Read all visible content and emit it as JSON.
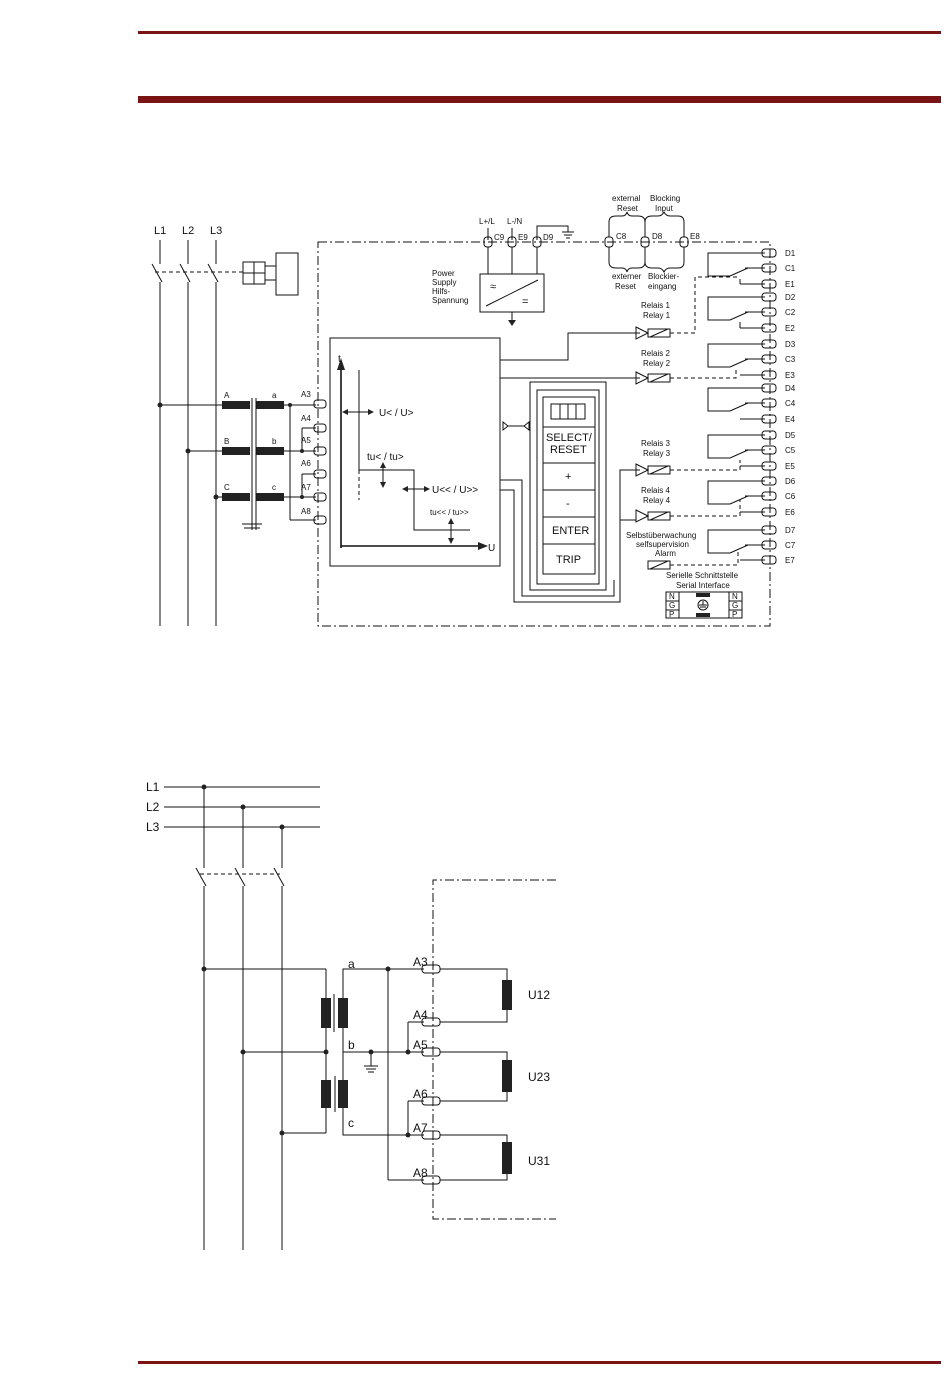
{
  "colors": {
    "rule": "#7a1414",
    "ink": "#111111"
  },
  "diagram1": {
    "phases": [
      "L1",
      "L2",
      "L3"
    ],
    "vt_primary": [
      "A",
      "B",
      "C"
    ],
    "vt_secondary": [
      "a",
      "b",
      "c"
    ],
    "input_terminals": [
      "A3",
      "A4",
      "A5",
      "A6",
      "A7",
      "A8"
    ],
    "aux_terminals": [
      "L+/L",
      "L-/N",
      "C9",
      "E9",
      "D9"
    ],
    "power_supply": [
      "Power",
      "Supply",
      "Hilfs-",
      "Spannung"
    ],
    "ps_symbols": {
      "ac": "≈",
      "dc": "="
    },
    "reset_top": [
      "external",
      "Reset"
    ],
    "blocking_top": [
      "Blocking",
      "Input"
    ],
    "reset_bottom": [
      "externer",
      "Reset"
    ],
    "blocking_bottom": [
      "Blockier-",
      "eingang"
    ],
    "control_terminals": [
      "C8",
      "D8",
      "E8"
    ],
    "curve": {
      "t_axis": "t",
      "u_axis": "U",
      "u_lt": "U< / U>",
      "tu_lt": "tu< / tu>",
      "u_llt": "U<< / U>>",
      "tu_llt": "tu<< / tu>>"
    },
    "keypad": [
      "SELECT/",
      "RESET",
      "+",
      "-",
      "ENTER",
      "TRIP"
    ],
    "relays": [
      {
        "de": "Relais 1",
        "en": "Relay 1"
      },
      {
        "de": "Relais 2",
        "en": "Relay 2"
      },
      {
        "de": "Relais 3",
        "en": "Relay 3"
      },
      {
        "de": "Relais 4",
        "en": "Relay 4"
      }
    ],
    "alarm": [
      "Selbstüberwachung",
      "selfsupervision",
      "Alarm"
    ],
    "output_terminals": [
      "D1",
      "C1",
      "E1",
      "D2",
      "C2",
      "E2",
      "D3",
      "C3",
      "E3",
      "D4",
      "C4",
      "E4",
      "D5",
      "C5",
      "E5",
      "D6",
      "C6",
      "E6",
      "D7",
      "C7",
      "E7"
    ],
    "serial": {
      "de": "Serielle Schnittstelle",
      "en": "Serial Interface",
      "pins": [
        "N",
        "G",
        "P"
      ]
    }
  },
  "diagram2": {
    "phases": [
      "L1",
      "L2",
      "L3"
    ],
    "secondary": [
      "a",
      "b",
      "c"
    ],
    "terminals": [
      "A3",
      "A4",
      "A5",
      "A6",
      "A7",
      "A8"
    ],
    "elements": [
      "U12",
      "U23",
      "U31"
    ]
  }
}
